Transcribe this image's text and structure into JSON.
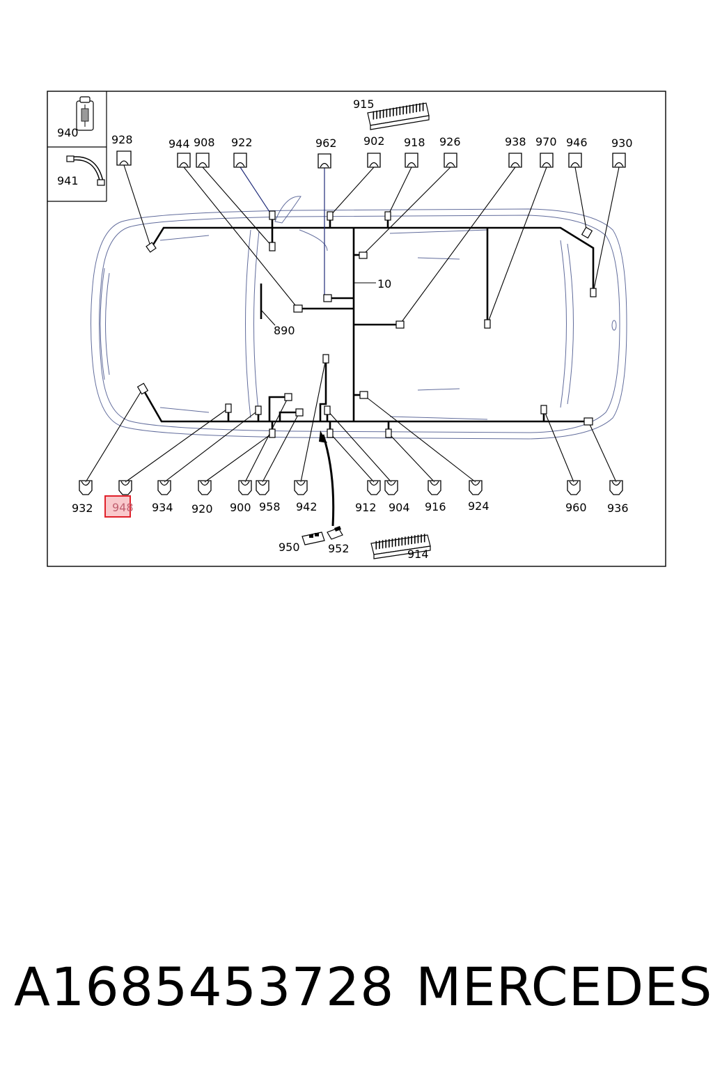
{
  "labels": {
    "l940": "940",
    "l941": "941",
    "l915": "915",
    "l914": "914",
    "l928": "928",
    "l944": "944",
    "l908": "908",
    "l922": "922",
    "l962": "962",
    "l902": "902",
    "l918": "918",
    "l926": "926",
    "l938": "938",
    "l970": "970",
    "l946": "946",
    "l930": "930",
    "l10": "10",
    "l890": "890",
    "l932": "932",
    "l948": "948",
    "l934": "934",
    "l920": "920",
    "l900": "900",
    "l958": "958",
    "l942": "942",
    "l912": "912",
    "l904": "904",
    "l916": "916",
    "l924": "924",
    "l960": "960",
    "l936": "936",
    "l950": "950",
    "l952": "952"
  },
  "highlight": {
    "label": "948",
    "color": "#e0202a",
    "fill": "#f9c9cc"
  },
  "footer": {
    "part_number": "A1685453728",
    "brand": "MERCEDES"
  },
  "colors": {
    "wire": "#000000",
    "outline": "#2b3a7a",
    "lead_blue": "#1e2a78"
  }
}
